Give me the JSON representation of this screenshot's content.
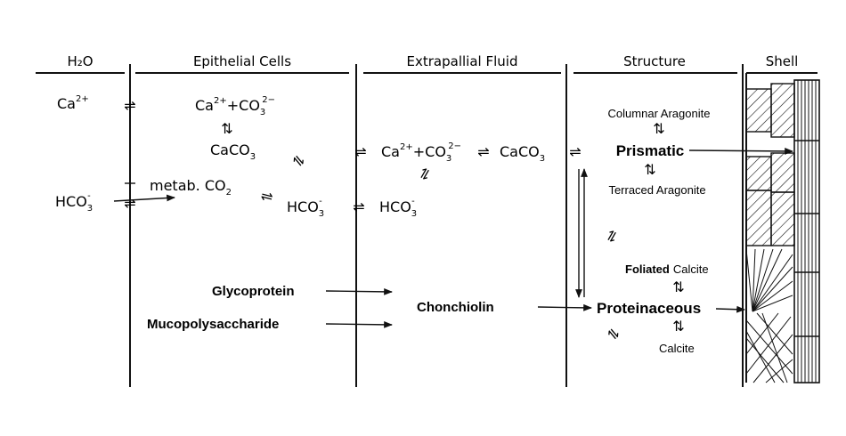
{
  "headers": {
    "water": "H₂O",
    "epithelial": "Epithelial Cells",
    "extrapallial": "Extrapallial Fluid",
    "structure": "Structure",
    "shell": "Shell"
  },
  "water": {
    "ca": "Ca",
    "ca_charge": "2+",
    "hco3_base": "HCO",
    "hco3_sub": "3",
    "hco3_charge": "-"
  },
  "epithelial": {
    "ca": "Ca",
    "ca_charge": "2+",
    "plus": "+",
    "co3": "CO",
    "co3_sub": "3",
    "co3_charge": "2−",
    "caco3": "CaCO",
    "caco3_sub": "3",
    "metab": "metab. CO",
    "metab_sub": "2",
    "hco3": "HCO",
    "hco3_sub": "3",
    "hco3_charge": "-",
    "glycoprotein": "Glycoprotein",
    "mucopolysaccharide": "Mucopolysaccharide"
  },
  "extrapallial": {
    "ca": "Ca",
    "ca_charge": "2+",
    "plus": "+",
    "co3": "CO",
    "co3_sub": "3",
    "co3_charge": "2−",
    "caco3": "CaCO",
    "caco3_sub": "3",
    "hco3": "HCO",
    "hco3_sub": "3",
    "hco3_charge": "-",
    "chonchiolin": "Chonchiolin"
  },
  "structure": {
    "columnar": "Columnar Aragonite",
    "prismatic": "Prismatic",
    "terraced": "Terraced Aragonite",
    "foliated_a": "Foliated",
    "foliated_b": "Calcite",
    "proteinaceous": "Proteinaceous",
    "calcite": "Calcite"
  },
  "eq_symbol": "⇌",
  "eq_vertical": "⇅"
}
